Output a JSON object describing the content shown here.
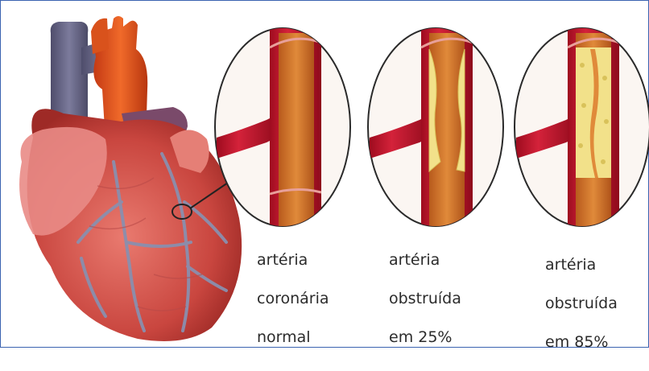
{
  "captions": {
    "normal": {
      "line1": "artéria",
      "line2": "coronária",
      "line3": "normal"
    },
    "obstructed_25": {
      "line1": "artéria",
      "line2": "obstruída",
      "line3": "em 25%"
    },
    "obstructed_85": {
      "line1": "artéria",
      "line2": "obstruída",
      "line3": "em 85%"
    }
  },
  "colors": {
    "frame_border": "#3b63b0",
    "artery_wall": "#c8102e",
    "blood": "#d8742a",
    "plaque": "#f2e18a",
    "heart": "#d9534f",
    "aorta": "#e0572a",
    "vein": "#6b6a8c"
  },
  "stenosis_levels": {
    "normal": 0,
    "moderate": 0.25,
    "severe": 0.85
  }
}
